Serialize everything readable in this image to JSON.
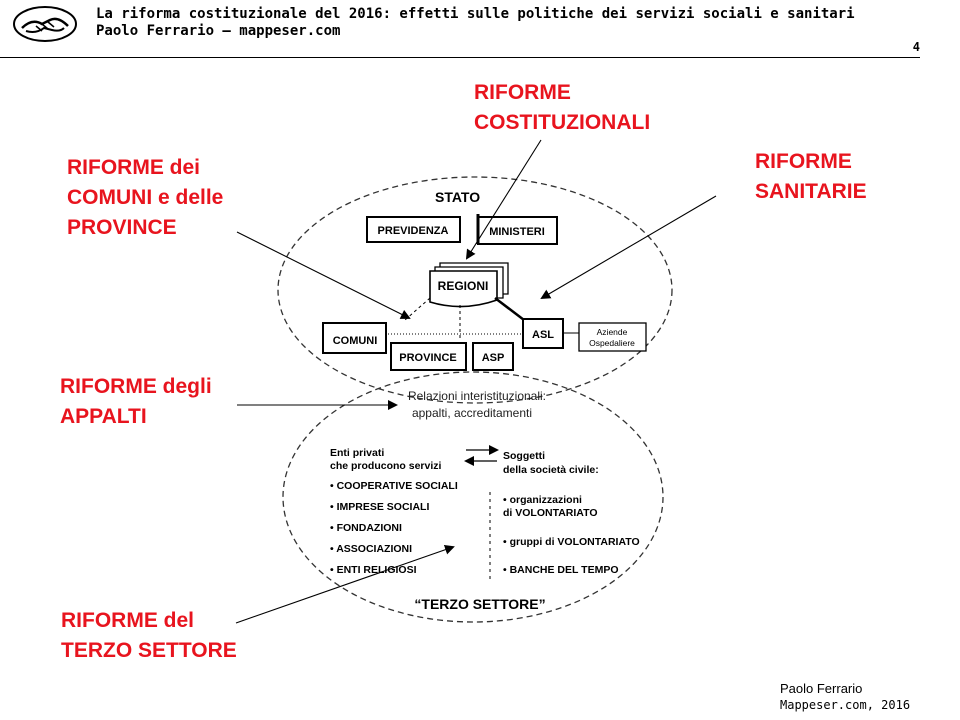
{
  "header": {
    "title_line1": "La riforma costituzionale del 2016: effetti sulle politiche  dei servizi sociali e sanitari",
    "title_line2": "Paolo Ferrario – mappeser.com",
    "page_number": "4"
  },
  "labels": {
    "riforme_costituzionali": [
      "RIFORME",
      "COSTITUZIONALI"
    ],
    "riforme_comuni": [
      "RIFORME dei",
      "COMUNI e delle",
      "PROVINCE"
    ],
    "riforme_sanitarie": [
      "RIFORME",
      "SANITARIE"
    ],
    "riforme_appalti": [
      "RIFORME degli",
      "APPALTI"
    ],
    "riforme_terzo_settore": [
      "RIFORME del",
      "TERZO SETTORE"
    ]
  },
  "diagram": {
    "stato": "STATO",
    "previdenza": "PREVIDENZA",
    "ministeri": "MINISTERI",
    "regioni": "REGIONI",
    "comuni": "COMUNI",
    "province": "PROVINCE",
    "asp": "ASP",
    "asl": "ASL",
    "aziende": [
      "Aziende",
      "Ospedaliere"
    ],
    "relazioni": [
      "Relazioni interistituzionali:",
      "appalti, accreditamenti"
    ],
    "enti_privati": [
      "Enti privati",
      "che producono servizi"
    ],
    "soggetti": [
      "Soggetti",
      "della società civile:"
    ],
    "left_list": [
      "• COOPERATIVE SOCIALI",
      "• IMPRESE SOCIALI",
      "• FONDAZIONI",
      "• ASSOCIAZIONI",
      "• ENTI RELIGIOSI"
    ],
    "right_list": [
      [
        "• organizzazioni",
        "di VOLONTARIATO"
      ],
      [
        "• gruppi di VOLONTARIATO"
      ],
      [
        "• BANCHE DEL TEMPO"
      ]
    ],
    "terzo_settore": "“TERZO SETTORE”"
  },
  "footer": {
    "line1": "Paolo Ferrario",
    "line2": "Mappeser.com, 2016"
  },
  "colors": {
    "accent_red": "#e8141e",
    "ink": "#000000"
  }
}
